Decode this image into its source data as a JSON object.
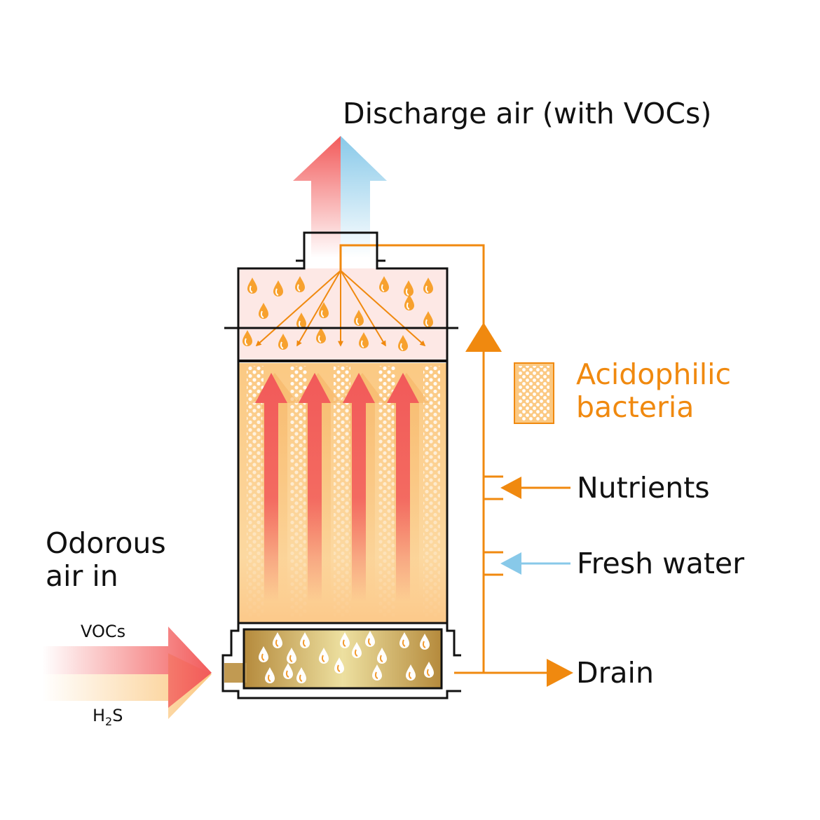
{
  "labels": {
    "discharge": "Discharge air (with VOCs)",
    "bacteria_line1": "Acidophilic",
    "bacteria_line2": "bacteria",
    "nutrients": "Nutrients",
    "fresh_water": "Fresh water",
    "drain": "Drain",
    "odorous_line1": "Odorous",
    "odorous_line2": "air in",
    "vocs": "VOCs",
    "h2s_main": "H",
    "h2s_sub": "2",
    "h2s_tail": "S"
  },
  "colors": {
    "orange": "#f0890f",
    "red": "#f25a5a",
    "blue": "#88c9e9",
    "outline": "#111111",
    "packing": "#fbc983",
    "sump": "#e0c477",
    "spray_zone": "#fde8e5"
  },
  "icons": {
    "discharge_arrow": "up-arrow-red-blue",
    "inlet_arrows": "right-arrows-red-orange",
    "droplets": "water-droplet-icon",
    "bacteria_legend": "bacteria-swatch"
  }
}
